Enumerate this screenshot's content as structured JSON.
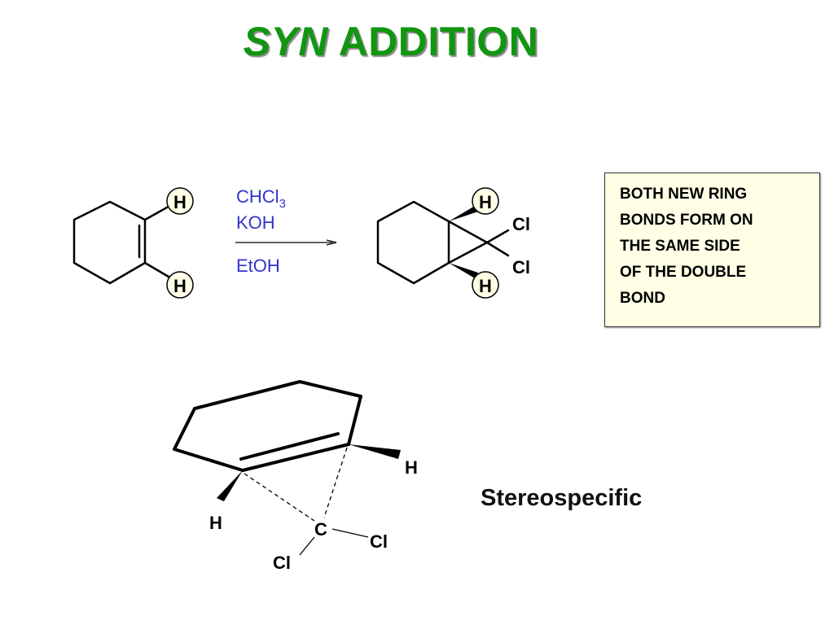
{
  "title": {
    "italic": "SYN",
    "rest": "ADDITION",
    "color": "#119611"
  },
  "reaction": {
    "reagent_top": "CHCl",
    "reagent_top_sub": "3",
    "reagent_mid": "KOH",
    "solvent": "EtOH",
    "reagent_color": "#3333cc"
  },
  "reactant": {
    "h_top": "H",
    "h_bottom": "H"
  },
  "product": {
    "h_top": "H",
    "h_bottom": "H",
    "cl_top": "Cl",
    "cl_bottom": "Cl"
  },
  "note": {
    "lines": [
      "BOTH NEW RING",
      "BONDS FORM ON",
      "THE SAME SIDE",
      "OF THE DOUBLE",
      "BOND"
    ],
    "background": "#ffffe6"
  },
  "transition_state": {
    "h_right": "H",
    "h_left": "H",
    "carbon": "C",
    "cl_right": "Cl",
    "cl_left": "Cl"
  },
  "stereo_label": "Stereospecific"
}
